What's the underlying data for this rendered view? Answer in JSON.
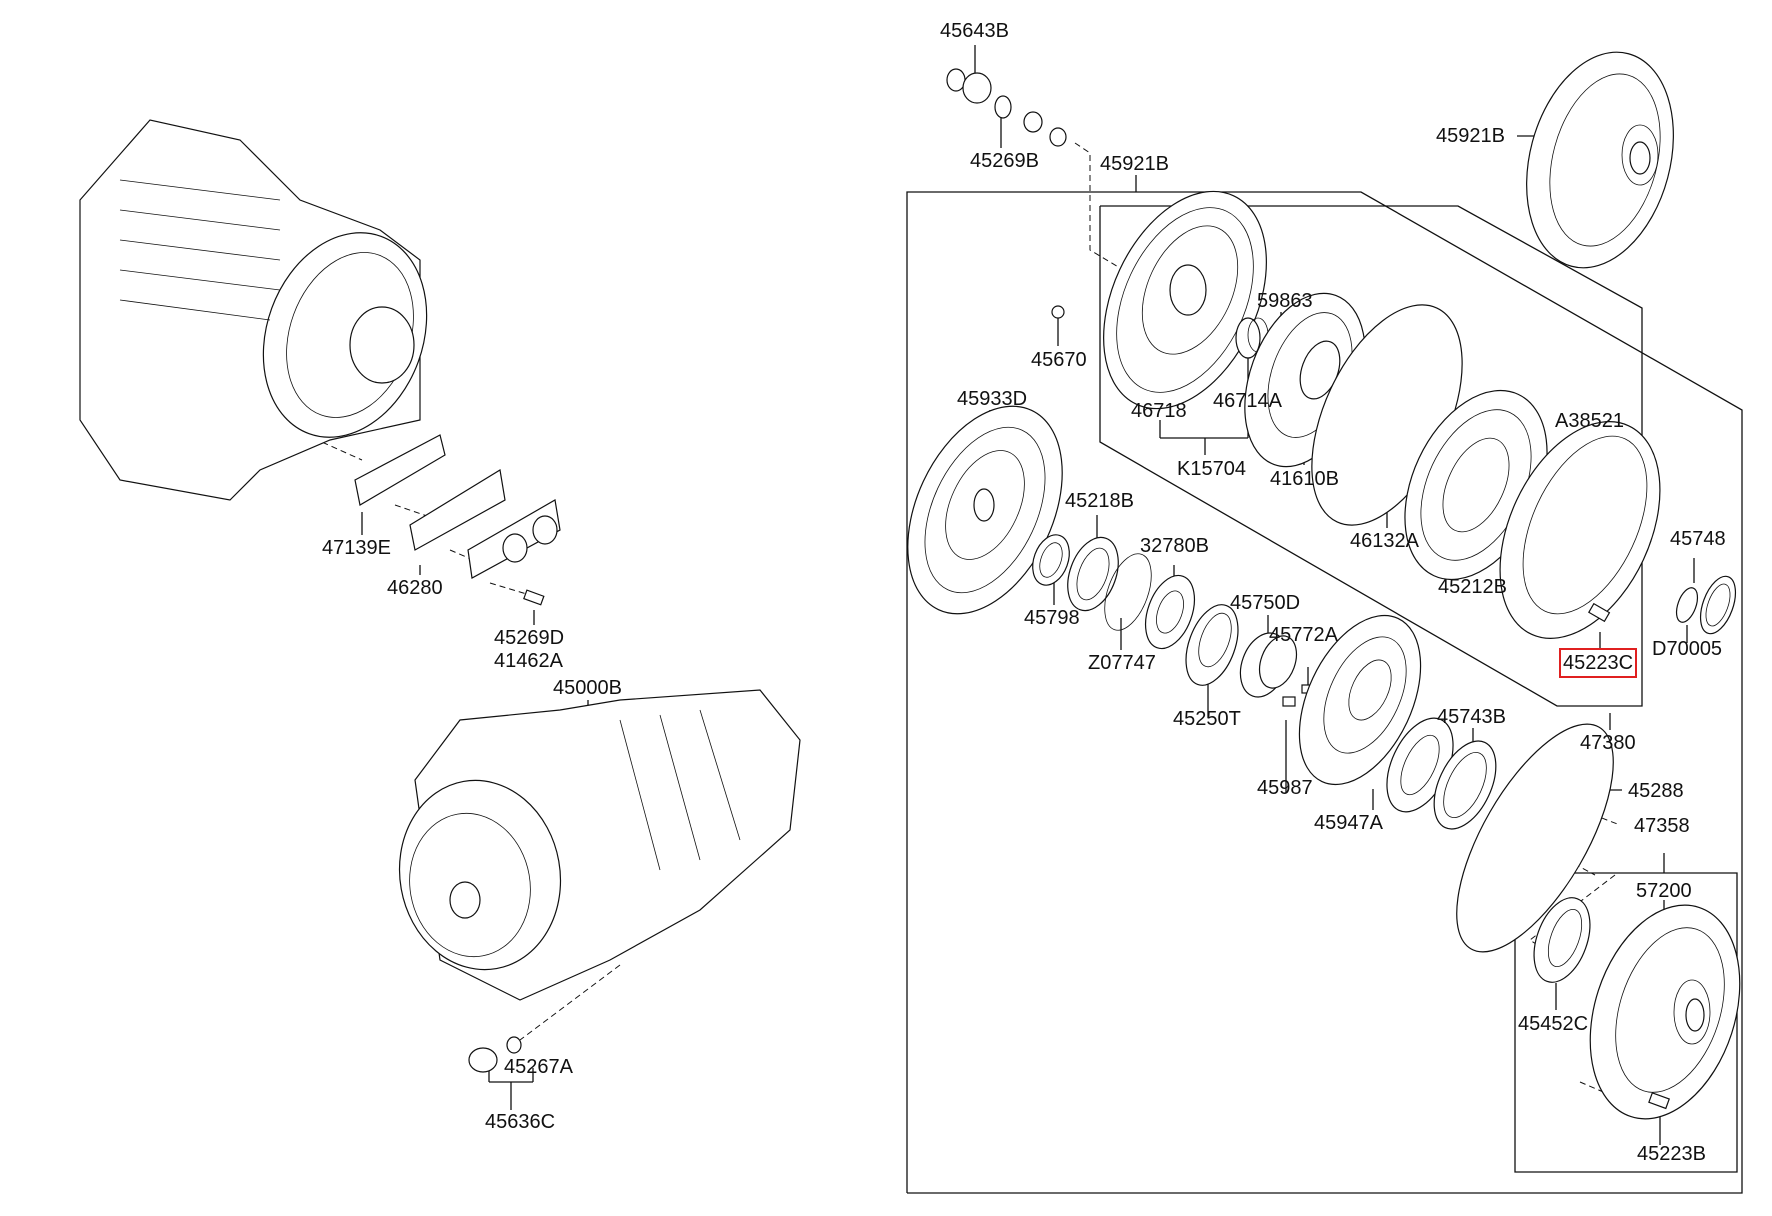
{
  "diagram": {
    "title": "Automatic transmission & torque converter parts diagram",
    "highlight_color": "#e02020",
    "highlighted_part": "45223C",
    "labels": [
      {
        "id": "45643B",
        "text": "45643B"
      },
      {
        "id": "45269B",
        "text": "45269B"
      },
      {
        "id": "45921B-group",
        "text": "45921B"
      },
      {
        "id": "45921B",
        "text": "45921B"
      },
      {
        "id": "45670",
        "text": "45670"
      },
      {
        "id": "59863",
        "text": "59863"
      },
      {
        "id": "46718",
        "text": "46718"
      },
      {
        "id": "46714A",
        "text": "46714A"
      },
      {
        "id": "K15704",
        "text": "K15704"
      },
      {
        "id": "41610B",
        "text": "41610B"
      },
      {
        "id": "46132A",
        "text": "46132A"
      },
      {
        "id": "A38521",
        "text": "A38521"
      },
      {
        "id": "45212B",
        "text": "45212B"
      },
      {
        "id": "45933D",
        "text": "45933D"
      },
      {
        "id": "45218B",
        "text": "45218B"
      },
      {
        "id": "32780B",
        "text": "32780B"
      },
      {
        "id": "45798",
        "text": "45798"
      },
      {
        "id": "Z07747",
        "text": "Z07747"
      },
      {
        "id": "45750D",
        "text": "45750D"
      },
      {
        "id": "45772A",
        "text": "45772A"
      },
      {
        "id": "45250T",
        "text": "45250T"
      },
      {
        "id": "45987",
        "text": "45987"
      },
      {
        "id": "45947A",
        "text": "45947A"
      },
      {
        "id": "45743B",
        "text": "45743B"
      },
      {
        "id": "45748",
        "text": "45748"
      },
      {
        "id": "D70005",
        "text": "D70005"
      },
      {
        "id": "45223C",
        "text": "45223C"
      },
      {
        "id": "47380",
        "text": "47380"
      },
      {
        "id": "45288",
        "text": "45288"
      },
      {
        "id": "47358",
        "text": "47358"
      },
      {
        "id": "57200",
        "text": "57200"
      },
      {
        "id": "45452C",
        "text": "45452C"
      },
      {
        "id": "45223B",
        "text": "45223B"
      },
      {
        "id": "47139E",
        "text": "47139E"
      },
      {
        "id": "46280",
        "text": "46280"
      },
      {
        "id": "45269D",
        "text": "45269D"
      },
      {
        "id": "41462A",
        "text": "41462A"
      },
      {
        "id": "45000B",
        "text": "45000B"
      },
      {
        "id": "45267A",
        "text": "45267A"
      },
      {
        "id": "45636C",
        "text": "45636C"
      }
    ]
  }
}
